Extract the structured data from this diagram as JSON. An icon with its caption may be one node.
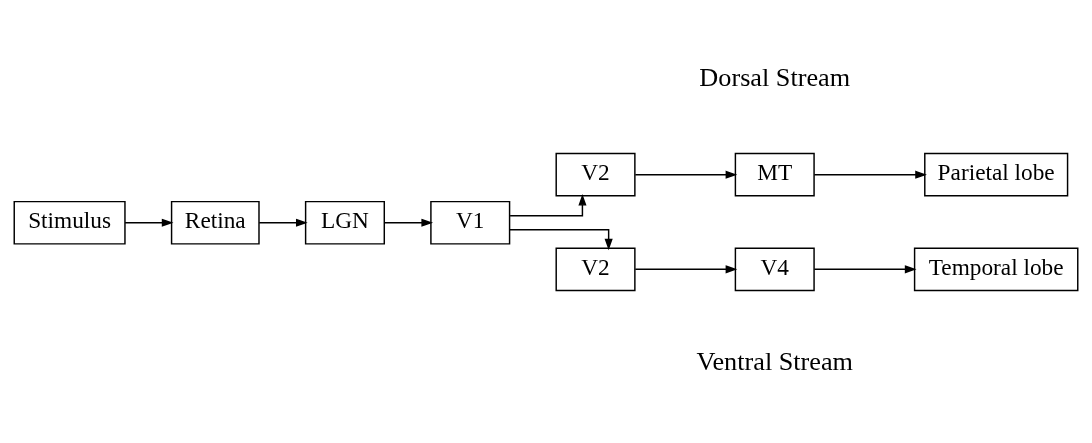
{
  "diagram": {
    "nodes": [
      {
        "text": [
          "Stimulus"
        ]
      },
      {
        "text": [
          "Retina"
        ]
      },
      {
        "text": [
          "LGN"
        ]
      },
      {
        "text": [
          "V1"
        ]
      },
      {
        "text": [
          "V2"
        ]
      },
      {
        "text": [
          "MT"
        ]
      },
      {
        "text": [
          "Parietal lobe"
        ]
      },
      {
        "text": [
          "V2"
        ]
      },
      {
        "text": [
          "V4"
        ]
      },
      {
        "text": [
          "Temporal lobe"
        ]
      }
    ],
    "edges": [
      {
        "from": 0,
        "to": 1,
        "arrow": "to"
      },
      {
        "from": 1,
        "to": 2,
        "arrow": "to"
      },
      {
        "from": 2,
        "to": 3,
        "arrow": "to"
      },
      {
        "from": 3,
        "to": 4,
        "arrow": "to"
      },
      {
        "from": 4,
        "to": 5,
        "arrow": "to"
      },
      {
        "from": 5,
        "to": 6,
        "arrow": "to"
      },
      {
        "from": 3,
        "to": 7,
        "arrow": "to"
      },
      {
        "from": 7,
        "to": 8,
        "arrow": "to"
      },
      {
        "from": 8,
        "to": 9,
        "arrow": "to"
      }
    ],
    "labels": [
      "Dorsal Stream",
      "Ventral Stream"
    ]
  }
}
